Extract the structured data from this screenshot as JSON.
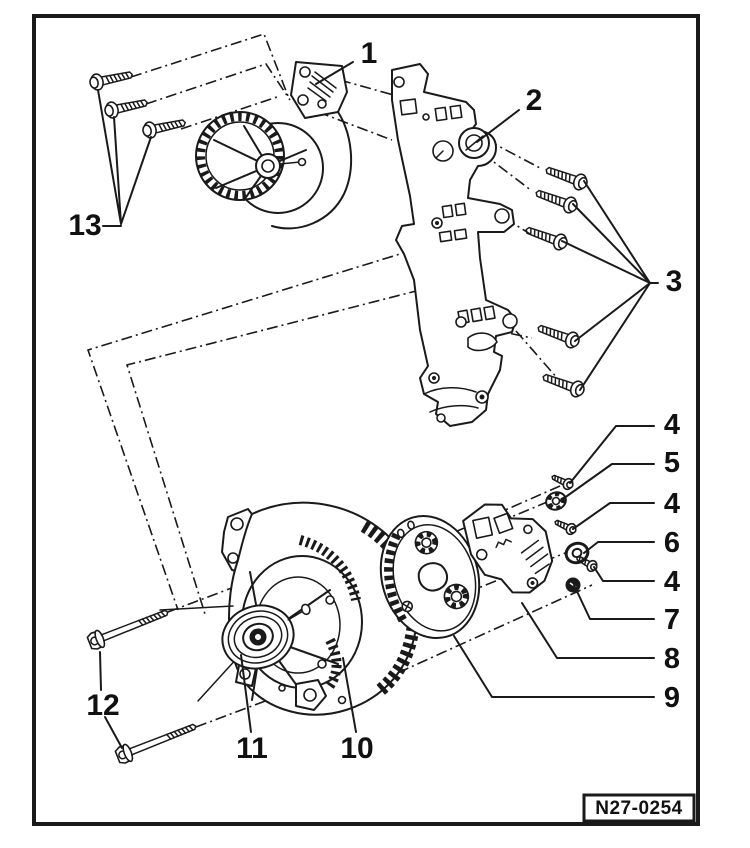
{
  "figure_code": "N27-0254",
  "callouts": {
    "c1": "1",
    "c2": "2",
    "c3": "3",
    "c4a": "4",
    "c5": "5",
    "c4b": "4",
    "c6": "6",
    "c4c": "4",
    "c7": "7",
    "c8": "8",
    "c9": "9",
    "c10": "10",
    "c11": "11",
    "c12": "12",
    "c13": "13"
  },
  "colors": {
    "ink": "#1a1a1a",
    "paper": "#ffffff"
  }
}
